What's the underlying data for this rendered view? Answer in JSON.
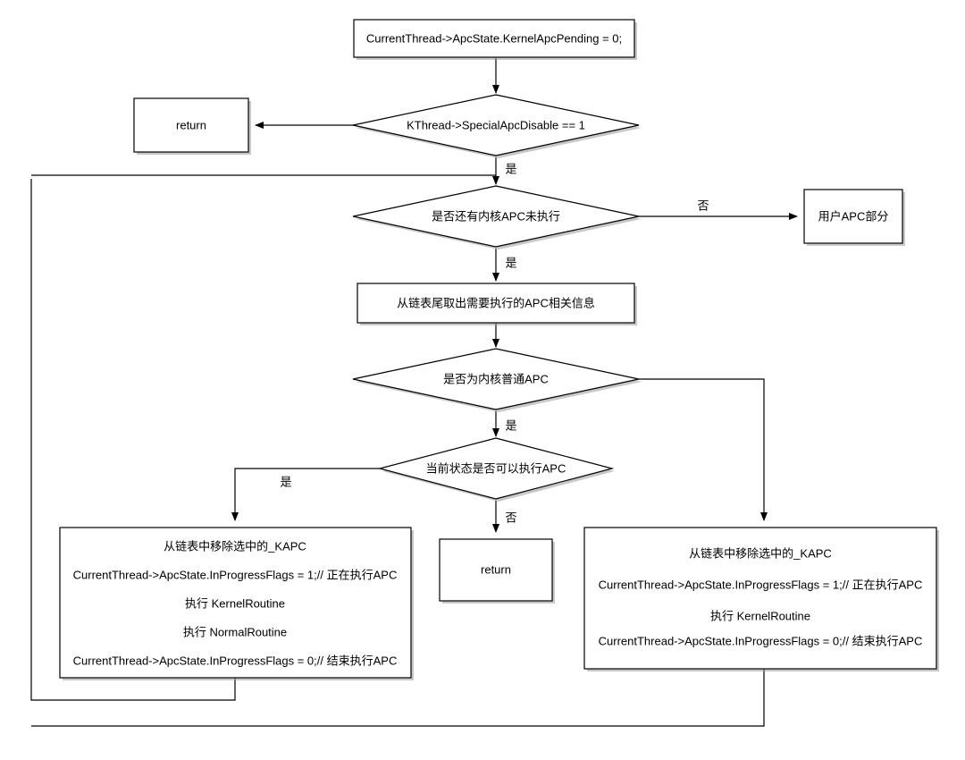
{
  "diagram": {
    "title": "KiDeliverApc kernel APC delivery flowchart",
    "type": "flowchart",
    "background_color": "#ffffff",
    "stroke_color": "#000000",
    "shadow_color": "#9a9a9a",
    "nodes": [
      {
        "id": "set-pending",
        "shape": "process",
        "lines": [
          "CurrentThread->ApcState.KernelApcPending = 0;"
        ]
      },
      {
        "id": "special-apc-disable",
        "shape": "decision",
        "lines": [
          "KThread->SpecialApcDisable == 1"
        ]
      },
      {
        "id": "return-top",
        "shape": "process",
        "lines": [
          "return"
        ]
      },
      {
        "id": "has-kernel-apc",
        "shape": "decision",
        "lines": [
          "是否还有内核APC未执行"
        ]
      },
      {
        "id": "user-apc-part",
        "shape": "process",
        "lines": [
          "用户APC部分"
        ]
      },
      {
        "id": "take-from-tail",
        "shape": "process",
        "lines": [
          "从链表尾取出需要执行的APC相关信息"
        ]
      },
      {
        "id": "is-normal-kernel-apc",
        "shape": "decision",
        "lines": [
          "是否为内核普通APC"
        ]
      },
      {
        "id": "can-execute-apc",
        "shape": "decision",
        "lines": [
          "当前状态是否可以执行APC"
        ]
      },
      {
        "id": "return-middle",
        "shape": "process",
        "lines": [
          "return"
        ]
      },
      {
        "id": "exec-normal-apc",
        "shape": "process",
        "lines": [
          "从链表中移除选中的_KAPC",
          "CurrentThread->ApcState.InProgressFlags = 1;// 正在执行APC",
          "执行 KernelRoutine",
          "执行 NormalRoutine",
          "CurrentThread->ApcState.InProgressFlags = 0;// 结束执行APC"
        ]
      },
      {
        "id": "exec-special-apc",
        "shape": "process",
        "lines": [
          "从链表中移除选中的_KAPC",
          "CurrentThread->ApcState.InProgressFlags = 1;// 正在执行APC",
          "执行 KernelRoutine",
          "CurrentThread->ApcState.InProgressFlags = 0;// 结束执行APC"
        ]
      }
    ],
    "edge_labels": {
      "special_apc_yes": "是",
      "has_kernel_apc_no": "否",
      "has_kernel_apc_yes": "是",
      "is_normal_apc_yes": "是",
      "can_execute_yes": "是",
      "can_execute_no": "否"
    }
  }
}
